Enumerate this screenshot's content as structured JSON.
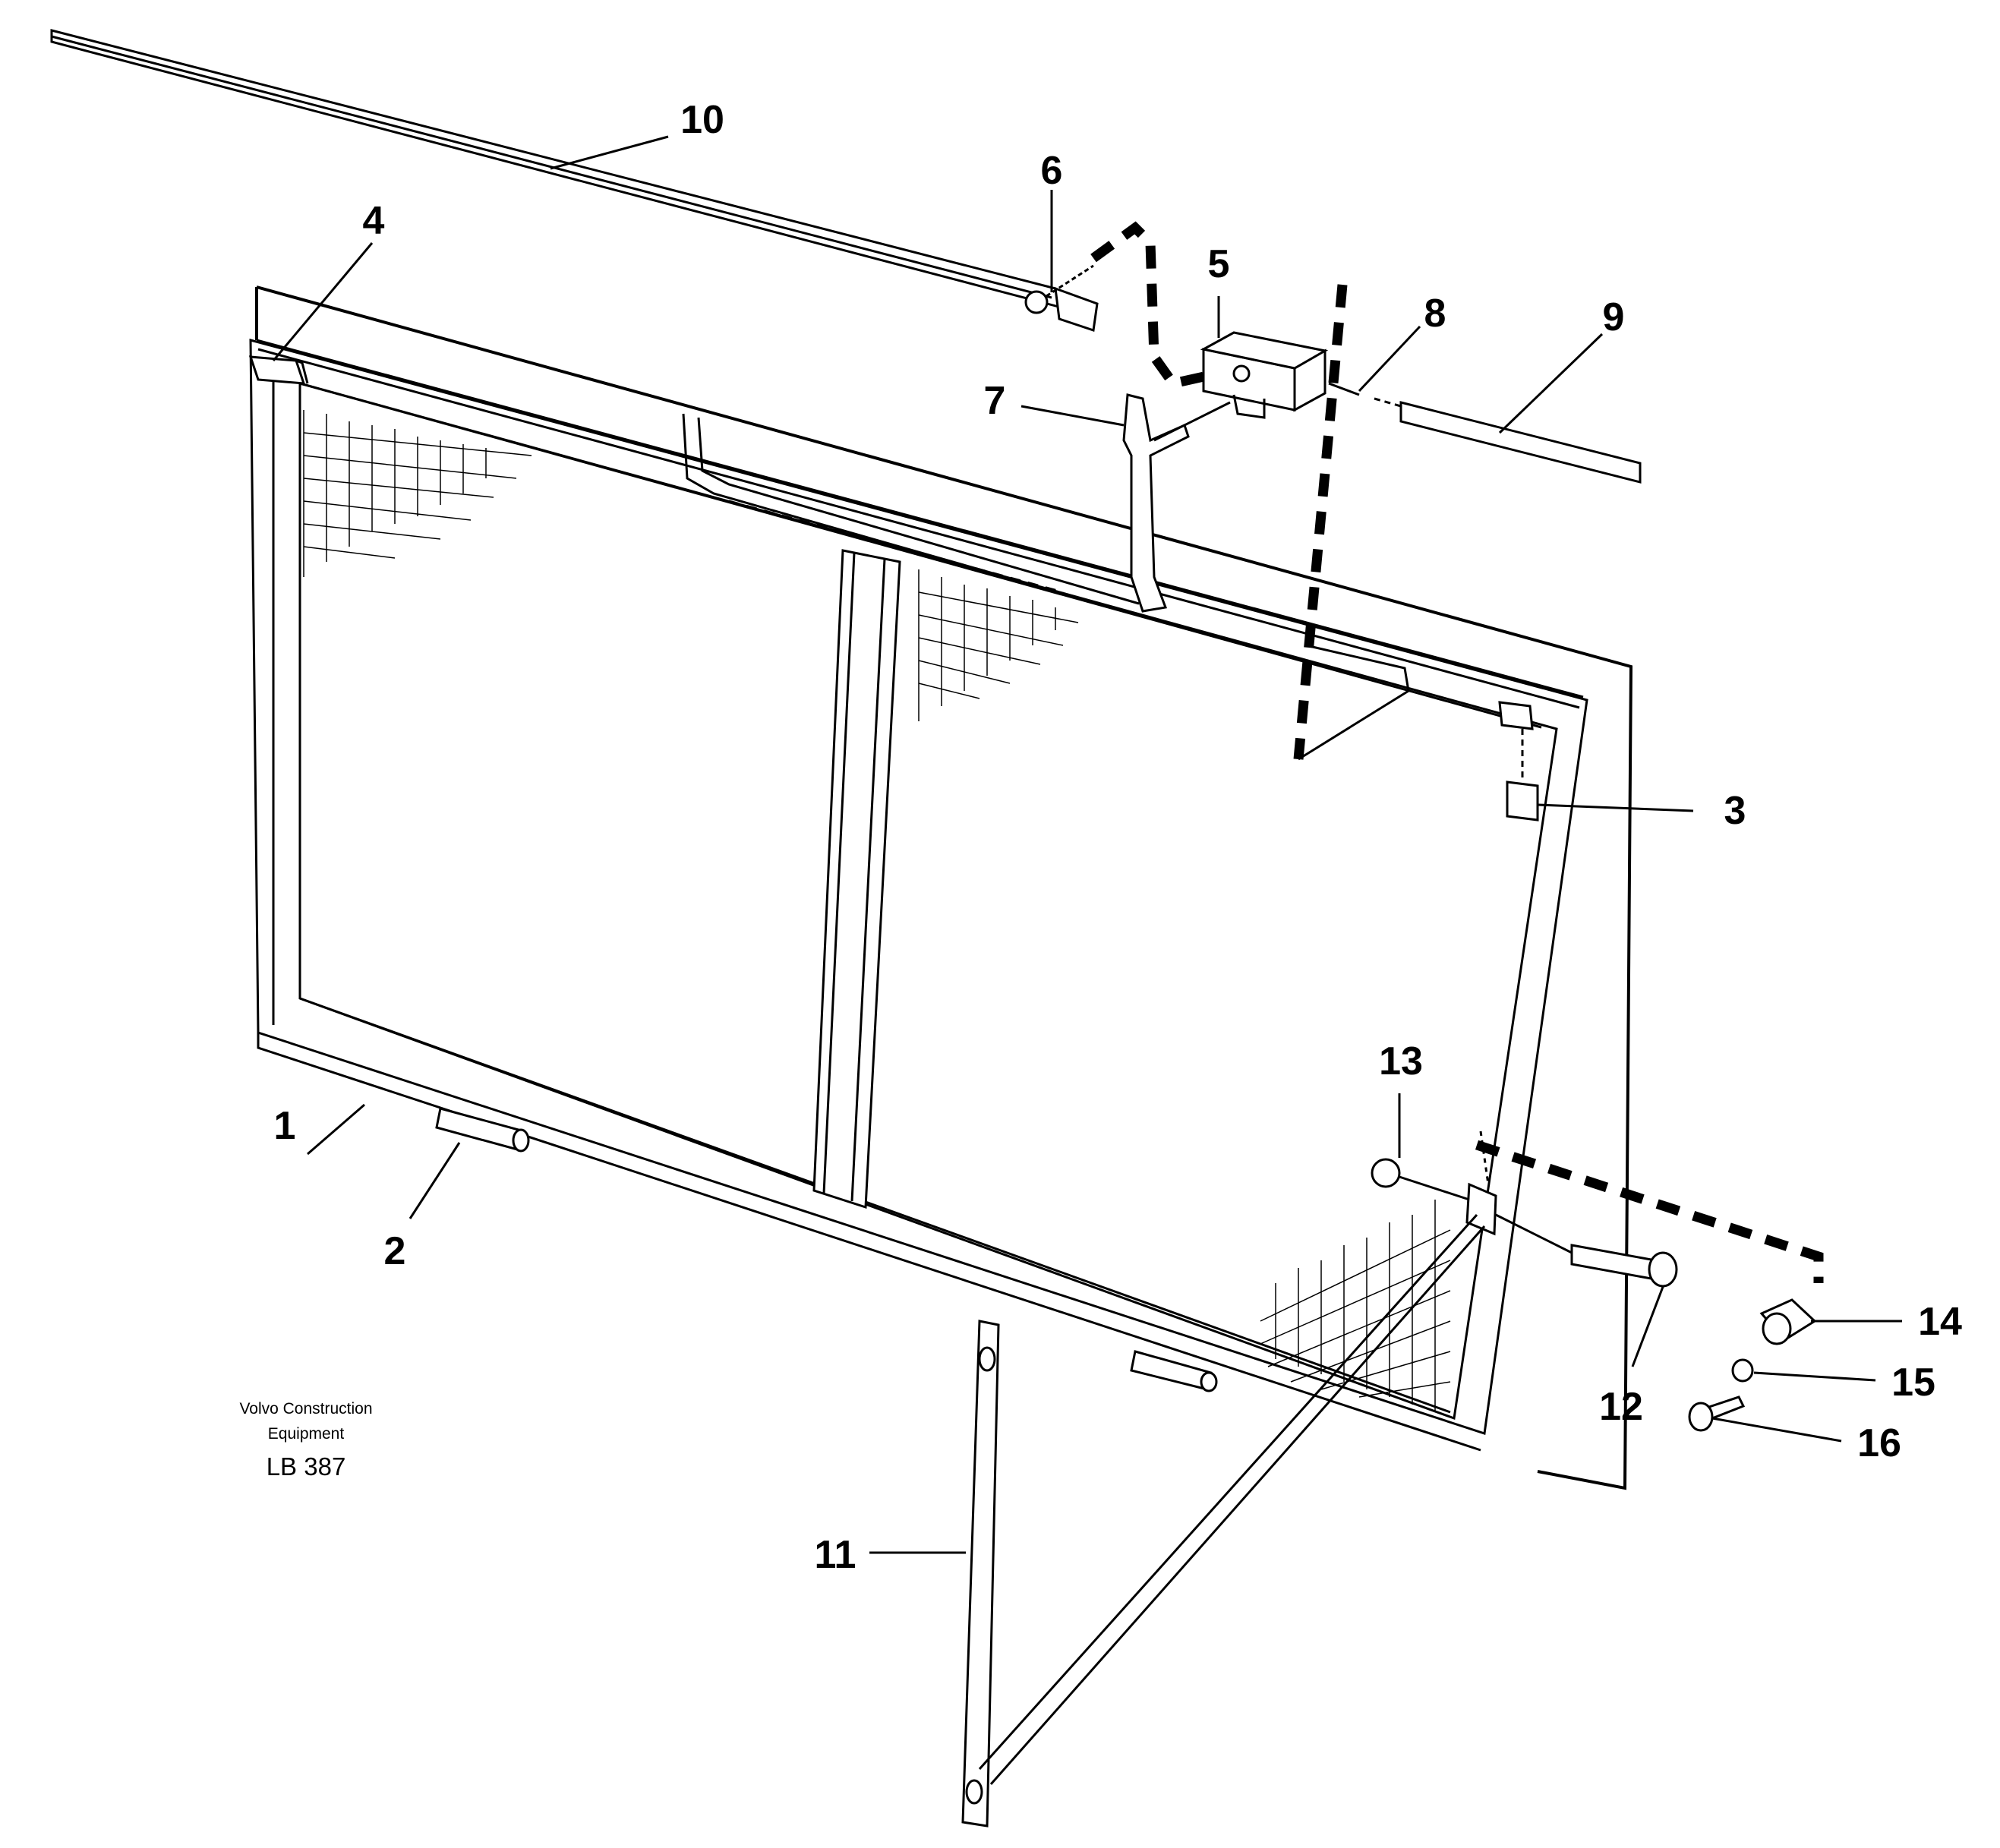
{
  "diagram": {
    "parts": [
      {
        "id": "1",
        "label": "1"
      },
      {
        "id": "2",
        "label": "2"
      },
      {
        "id": "3",
        "label": "3"
      },
      {
        "id": "4",
        "label": "4"
      },
      {
        "id": "5",
        "label": "5"
      },
      {
        "id": "6",
        "label": "6"
      },
      {
        "id": "7",
        "label": "7"
      },
      {
        "id": "8",
        "label": "8"
      },
      {
        "id": "9",
        "label": "9"
      },
      {
        "id": "10",
        "label": "10"
      },
      {
        "id": "11",
        "label": "11"
      },
      {
        "id": "12",
        "label": "12"
      },
      {
        "id": "13",
        "label": "13"
      },
      {
        "id": "14",
        "label": "14"
      },
      {
        "id": "15",
        "label": "15"
      },
      {
        "id": "16",
        "label": "16"
      }
    ],
    "caption": {
      "line1": "Volvo Construction",
      "line2": "Equipment",
      "code": "LB 387"
    }
  }
}
